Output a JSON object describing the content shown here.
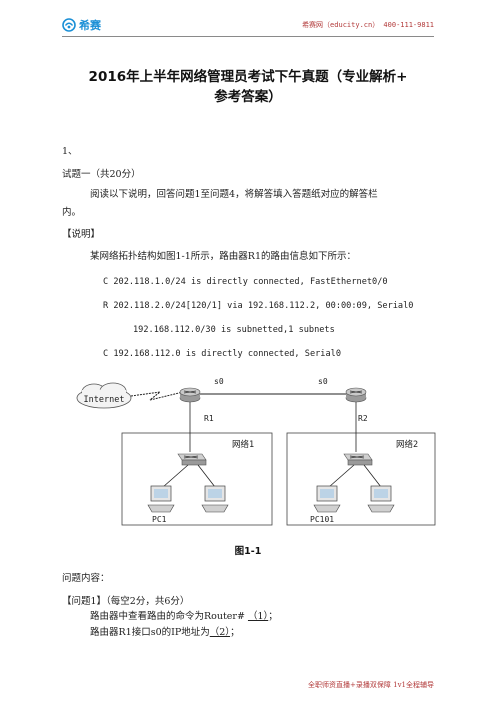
{
  "header": {
    "logo_text": "希赛",
    "site_info": "希赛网（educity.cn） 400-111-9811"
  },
  "title": {
    "line1": "2016年上半年网络管理员考试下午真题（专业解析+",
    "line2": "参考答案）"
  },
  "question_number": "1、",
  "section_title": "试题一（共20分）",
  "intro_line1": "阅读以下说明，回答问题1至问题4，将解答填入答题纸对应的解答栏",
  "intro_line2": "内。",
  "explain_label": "【说明】",
  "explain_text": "某网络拓扑结构如图1-1所示，路由器R1的路由信息如下所示：",
  "routes": {
    "r1": "C   202.118.1.0/24 is directly connected, FastEthernet0/0",
    "r2": "R   202.118.2.0/24[120/1] via 192.168.112.2, 00:00:09, Serial0",
    "r3": "192.168.112.0/30 is subnetted,1 subnets",
    "r4": "C   192.168.112.0 is directly connected, Serial0"
  },
  "diagram": {
    "internet": "Internet",
    "r1_port": "s0",
    "r2_port": "s0",
    "r1_label": "R1",
    "r2_label": "R2",
    "net1": "网络1",
    "net2": "网络2",
    "pc1": "PC1",
    "pc101": "PC101"
  },
  "figure_caption": "图1-1",
  "question_content": "问题内容：",
  "q1": {
    "label": "【问题1】",
    "score": "（每空2分，共6分）",
    "line1_pre": "路由器中查看路由的命令为Router# ",
    "line1_blank": "（1）",
    "line1_post": "；",
    "line2_pre": "路由器R1接口s0的IP地址为",
    "line2_blank": "（2）",
    "line2_post": "；"
  },
  "footer": "全职师资直播+录播双保障  1v1全程辅导"
}
